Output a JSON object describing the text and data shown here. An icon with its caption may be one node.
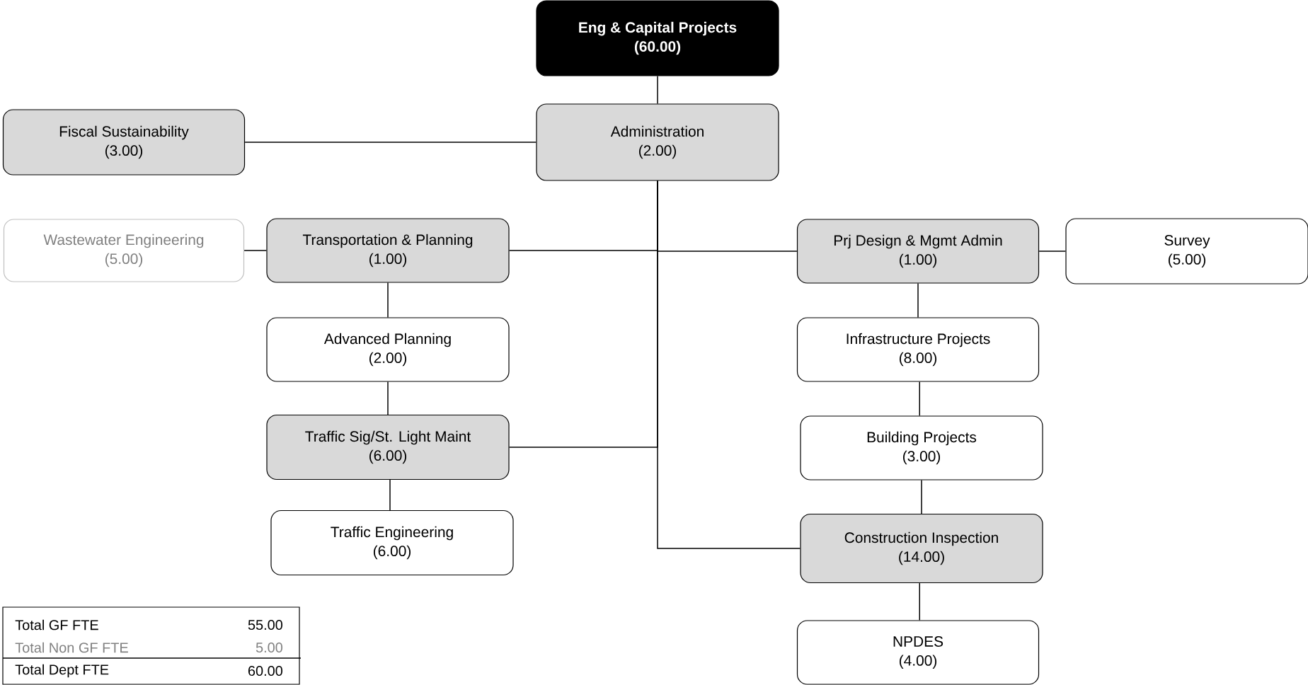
{
  "diagram": {
    "nodes": [
      {
        "text": [
          "Eng & Capital Projects",
          "(60.00)"
        ]
      },
      {
        "text": [
          "Administration",
          "(2.00)"
        ]
      },
      {
        "text": [
          "Fiscal Sustainability",
          "(3.00)"
        ]
      },
      {
        "text": [
          "Wastewater Engineering",
          "(5.00)"
        ]
      },
      {
        "text": [
          "Transportation & Planning",
          "(1.00)"
        ]
      },
      {
        "text": [
          "Prj Design & Mgmt Admin",
          "(1.00)"
        ]
      },
      {
        "text": [
          "Survey",
          "(5.00)"
        ]
      },
      {
        "text": [
          "Advanced Planning",
          "(2.00)"
        ]
      },
      {
        "text": [
          "Infrastructure Projects",
          "(8.00)"
        ]
      },
      {
        "text": [
          "Traffic Sig/St. Light Maint",
          "(6.00)"
        ]
      },
      {
        "text": [
          "Building Projects",
          "(3.00)"
        ]
      },
      {
        "text": [
          "Traffic Engineering",
          "(6.00)"
        ]
      },
      {
        "text": [
          "Construction Inspection",
          "(14.00)"
        ]
      },
      {
        "text": [
          "NPDES",
          "(4.00)"
        ]
      }
    ],
    "edges": [
      {
        "from": 0,
        "to": 1,
        "arrow": "none"
      },
      {
        "from": 1,
        "to": 2,
        "arrow": "none"
      },
      {
        "from": 3,
        "to": 4,
        "arrow": "none"
      },
      {
        "from": 1,
        "to": 4,
        "arrow": "none"
      },
      {
        "from": 1,
        "to": 5,
        "arrow": "none"
      },
      {
        "from": 5,
        "to": 6,
        "arrow": "none"
      },
      {
        "from": 4,
        "to": 7,
        "arrow": "none"
      },
      {
        "from": 7,
        "to": 9,
        "arrow": "none"
      },
      {
        "from": 1,
        "to": 9,
        "arrow": "none"
      },
      {
        "from": 9,
        "to": 11,
        "arrow": "none"
      },
      {
        "from": 5,
        "to": 8,
        "arrow": "none"
      },
      {
        "from": 8,
        "to": 10,
        "arrow": "none"
      },
      {
        "from": 10,
        "to": 12,
        "arrow": "none"
      },
      {
        "from": 1,
        "to": 12,
        "arrow": "none"
      },
      {
        "from": 12,
        "to": 13,
        "arrow": "none"
      }
    ],
    "labels": [
      "Total GF FTE",
      "55.00",
      "Total Non GF FTE",
      "5.00",
      "Total Dept FTE",
      "60.00"
    ]
  }
}
